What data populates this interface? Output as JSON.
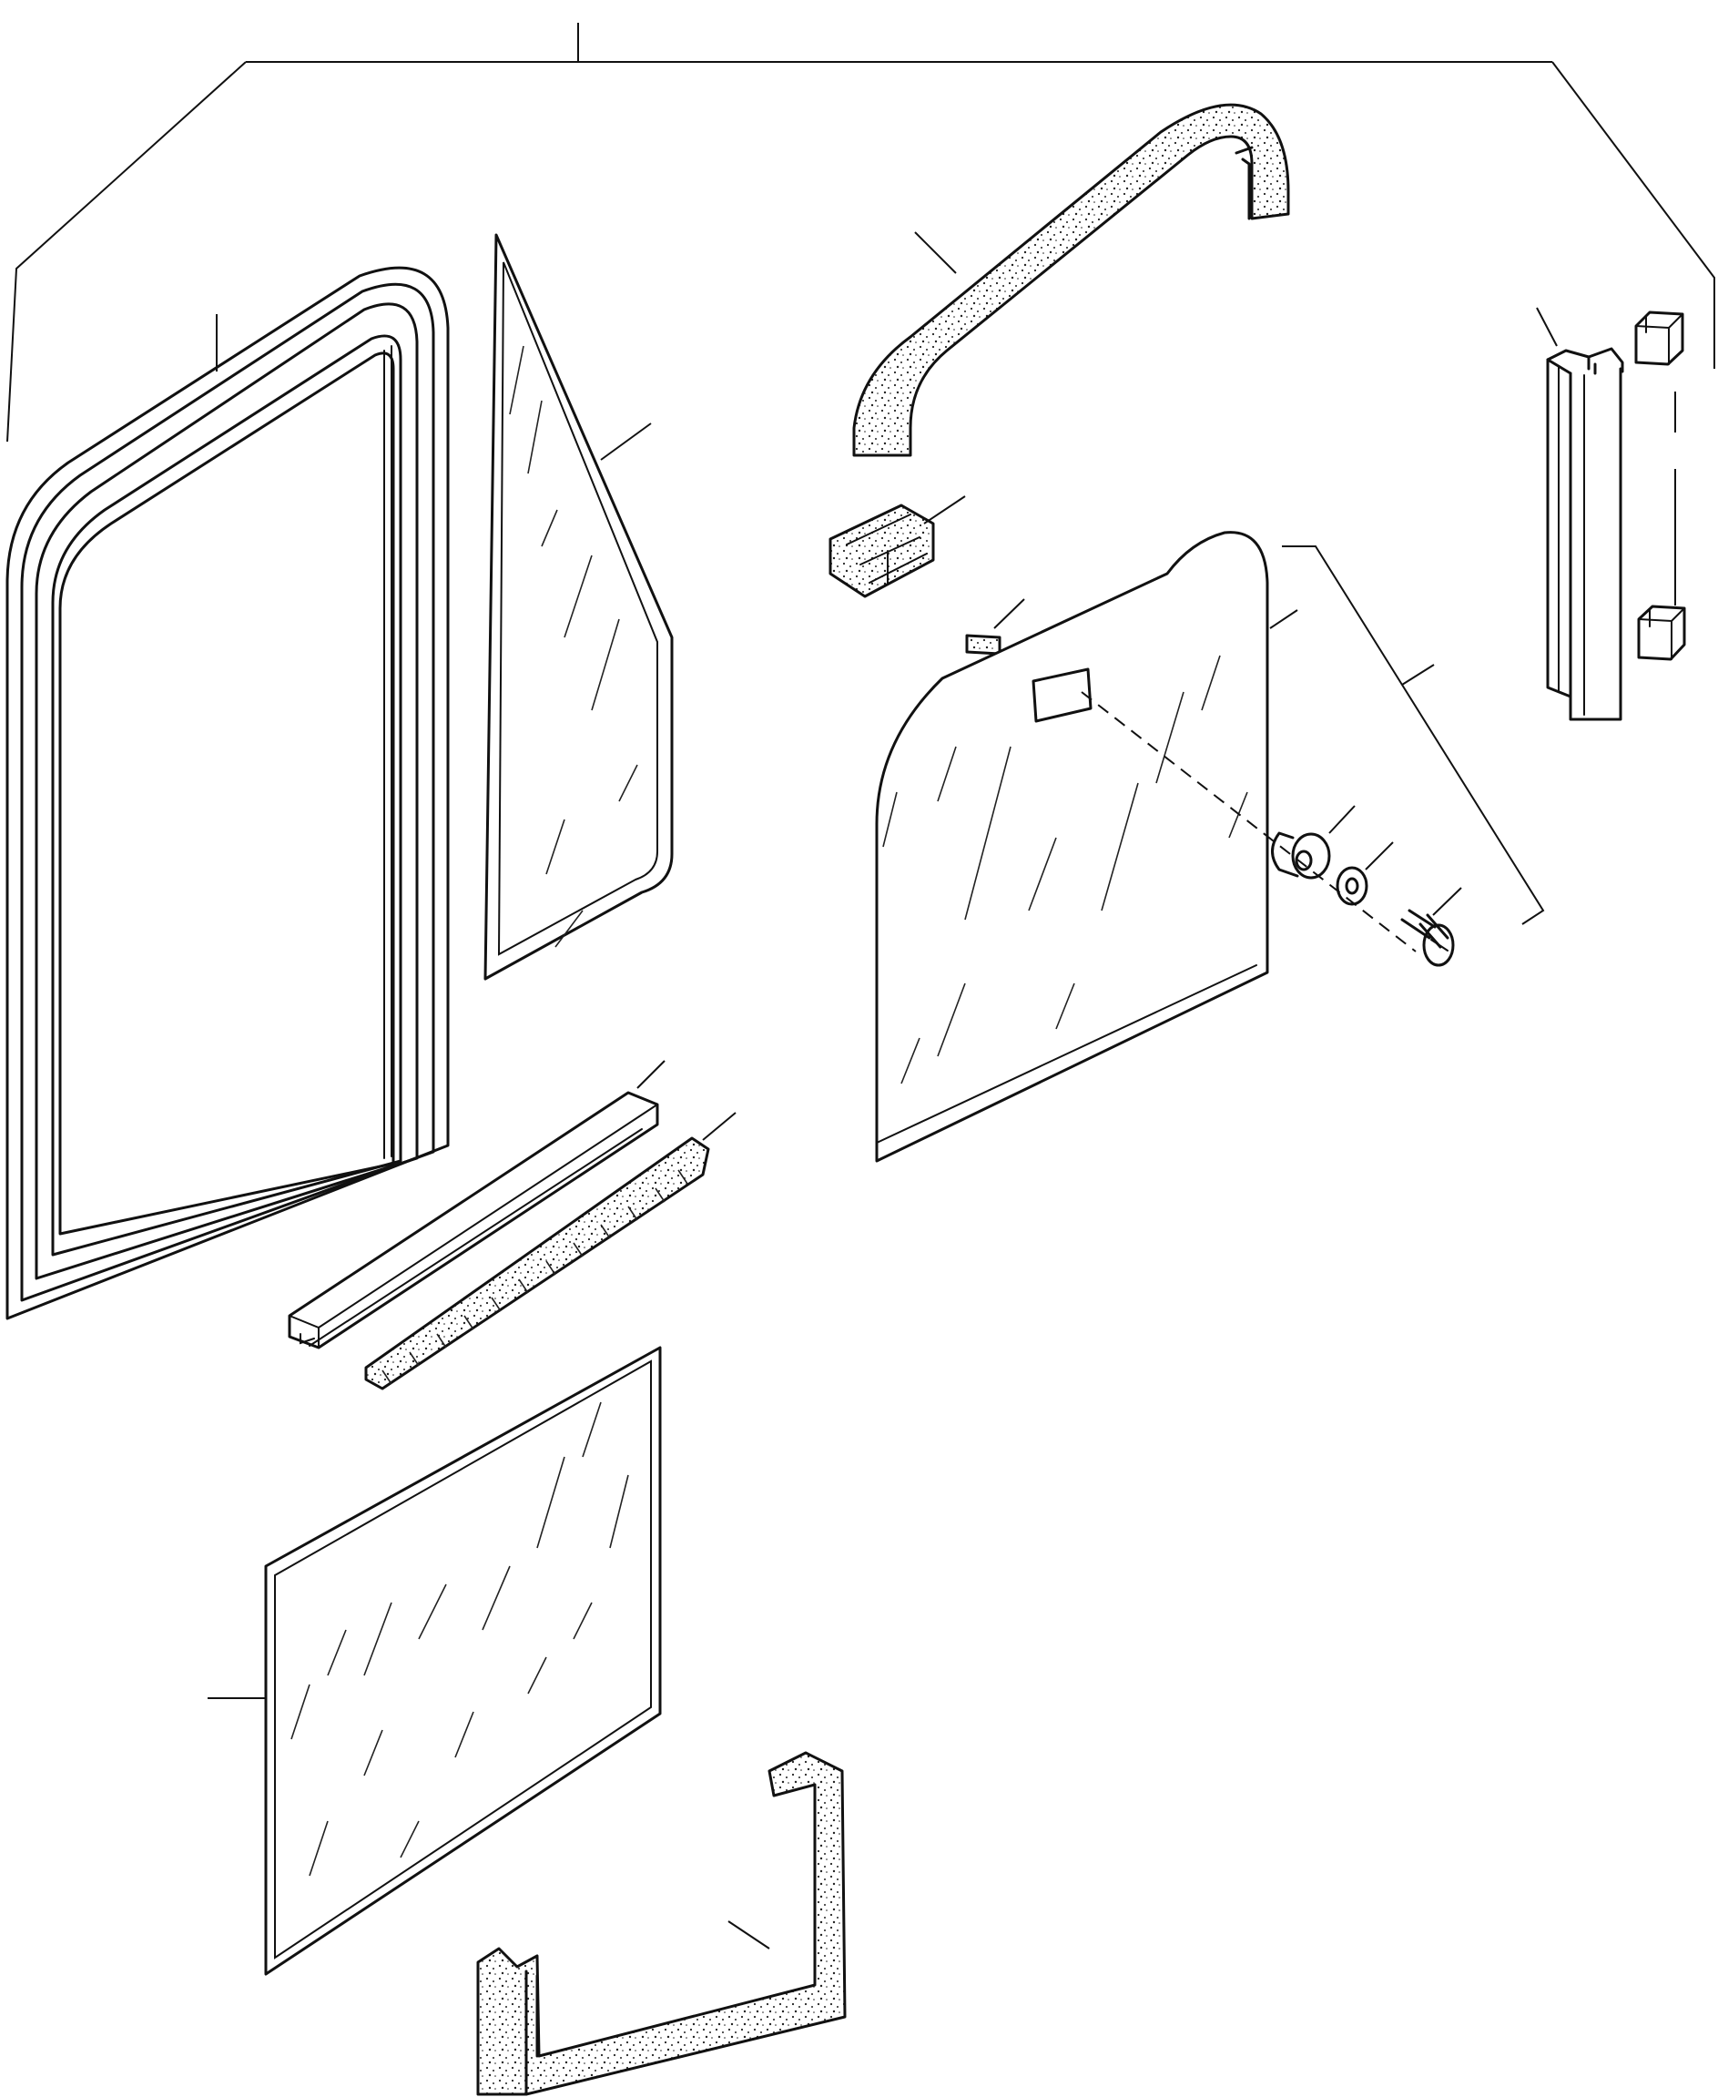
{
  "diagram": {
    "background": "#ffffff",
    "ink": "#111111",
    "parts": [
      {
        "id": "window-frame"
      },
      {
        "id": "triangle-glass"
      },
      {
        "id": "arch-seal"
      },
      {
        "id": "guide-clip"
      },
      {
        "id": "small-pad"
      },
      {
        "id": "sliding-glass"
      },
      {
        "id": "spacer"
      },
      {
        "id": "washer"
      },
      {
        "id": "screw"
      },
      {
        "id": "vertical-channel"
      },
      {
        "id": "channel-cap-top"
      },
      {
        "id": "channel-cap-bottom"
      },
      {
        "id": "lower-rail"
      },
      {
        "id": "brush-seal"
      },
      {
        "id": "lower-glass"
      },
      {
        "id": "bottom-seal"
      }
    ]
  }
}
